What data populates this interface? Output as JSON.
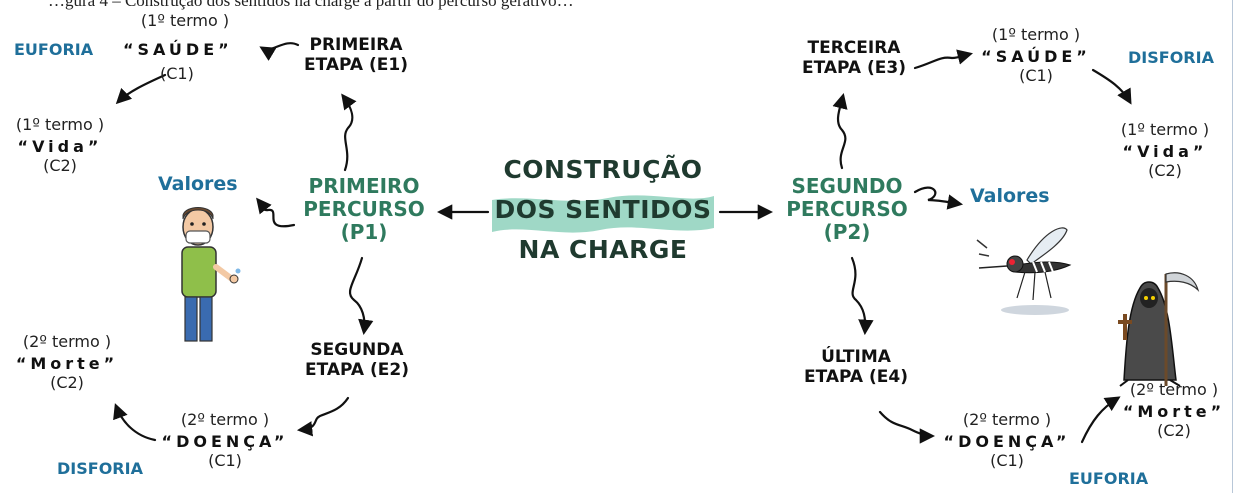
{
  "caption": "…gura 4 – Construção dos sentidos na charge a partir do percurso gerativo…",
  "title": {
    "line1": "CONSTRUÇÃO",
    "line2": "DOS SENTIDOS",
    "line3": "NA CHARGE"
  },
  "left": {
    "route": {
      "line1": "PRIMEIRO",
      "line2": "PERCURSO",
      "line3": "(P1)"
    },
    "values_label": "Valores",
    "stage1": {
      "line1": "PRIMEIRA",
      "line2": "ETAPA (E1)"
    },
    "stage2": {
      "line1": "SEGUNDA",
      "line2": "ETAPA (E2)"
    },
    "saude": {
      "term_tag": "(1º termo )",
      "word": "“SAÚDE”",
      "code": "(C1)"
    },
    "vida": {
      "term_tag": "(1º termo )",
      "word": "“Vida”",
      "code": "(C2)"
    },
    "morte": {
      "term_tag": "(2º termo )",
      "word": "“Morte”",
      "code": "(C2)"
    },
    "doenca": {
      "term_tag": "(2º termo )",
      "word": "“DOENÇA”",
      "code": "(C1)"
    },
    "euforia": "EUFORIA",
    "disforia": "DISFORIA"
  },
  "right": {
    "route": {
      "line1": "SEGUNDO",
      "line2": "PERCURSO",
      "line3": "(P2)"
    },
    "values_label": "Valores",
    "stage3": {
      "line1": "TERCEIRA",
      "line2": "ETAPA (E3)"
    },
    "stage4": {
      "line1": "ÚLTIMA",
      "line2": "ETAPA (E4)"
    },
    "saude": {
      "term_tag": "(1º termo )",
      "word": "“SAÚDE”",
      "code": "(C1)"
    },
    "vida": {
      "term_tag": "(1º termo )",
      "word": "“Vida”",
      "code": "(C2)"
    },
    "morte": {
      "term_tag": "(2º termo )",
      "word": "“Morte”",
      "code": "(C2)"
    },
    "doenca": {
      "term_tag": "(2º termo )",
      "word": "“DOENÇA”",
      "code": "(C1)"
    },
    "disforia": "DISFORIA",
    "euforia": "EUFORIA"
  },
  "colors": {
    "route_green": "#2f7a5e",
    "value_blue": "#1f6f9a",
    "title_dark": "#1f3a2f",
    "title_blob": "#9fd8c6",
    "arrow": "#111111"
  },
  "icons": [
    "masked-man-icon",
    "mosquito-icon",
    "grim-reaper-icon"
  ]
}
